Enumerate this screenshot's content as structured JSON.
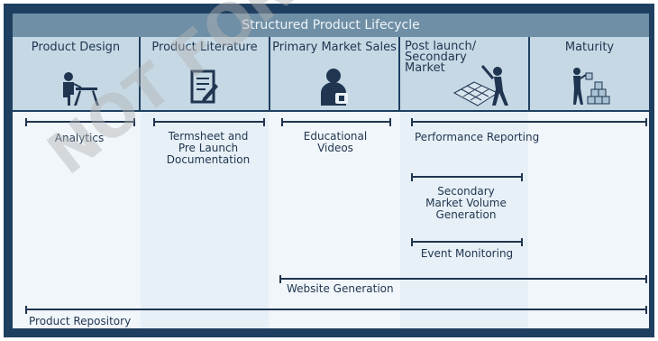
{
  "title": "Structured Product Lifecycle",
  "stages": [
    {
      "label": "Product Design",
      "icon": "designer-at-desk-icon"
    },
    {
      "label": "Product Literature",
      "icon": "document-pen-icon"
    },
    {
      "label": "Primary Market Sales",
      "icon": "salesperson-icon"
    },
    {
      "label": "Post launch/\nSecondary\nMarket",
      "icon": "person-building-puzzle-icon"
    },
    {
      "label": "Maturity",
      "icon": "person-stacking-boxes-icon"
    }
  ],
  "activities": {
    "analytics": "Analytics",
    "termsheet": "Termsheet and\nPre Launch\nDocumentation",
    "educational_videos": "Educational\nVideos",
    "performance_reporting": "Performance Reporting",
    "secondary_volume": "Secondary\nMarket Volume\nGeneration",
    "event_monitoring": "Event Monitoring",
    "website_generation": "Website Generation",
    "product_repository": "Product Repository"
  },
  "watermark": "NOT FOR REPRODUCTION",
  "colors": {
    "frame": "#1f3f60",
    "title_bar": "#6f8fa6",
    "stage_bg": "#c5d8e4",
    "text": "#1f3550",
    "panel": "#f1f6fa"
  }
}
